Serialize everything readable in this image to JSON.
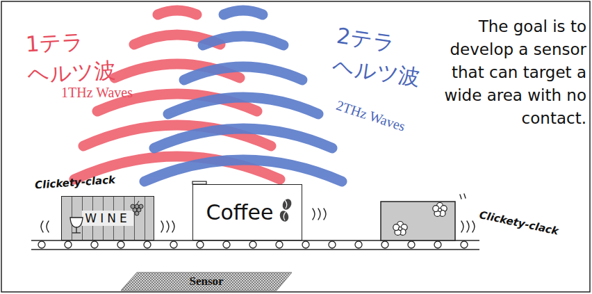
{
  "diagram": {
    "nodes": [
      {
        "text": [
          "WINE"
        ]
      },
      {
        "text": [
          "Coffee"
        ]
      },
      {
        "text": [
          "Sensor"
        ]
      }
    ],
    "labels": [
      "1テラ ヘルツ波",
      "1THz Waves",
      "2テラ ヘルツ波",
      "2THz Waves",
      "The goal is to develop a sensor that can target a wide area with no contact.",
      "Clickety-clack",
      "Clickety-clack"
    ]
  }
}
